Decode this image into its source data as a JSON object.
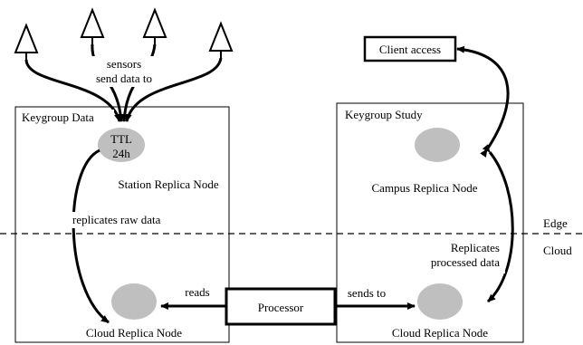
{
  "sensors_label_line1": "sensors",
  "sensors_label_line2": "send data to",
  "keygroup_data": {
    "title": "Keygroup Data",
    "station_node_ttl_line1": "TTL",
    "station_node_ttl_line2": "24h",
    "station_node_label": "Station Replica Node",
    "replicates_label": "replicates raw data",
    "cloud_node_label": "Cloud Replica Node"
  },
  "keygroup_study": {
    "title": "Keygroup Study",
    "campus_node_label": "Campus Replica Node",
    "replicates_label_line1": "Replicates",
    "replicates_label_line2": "processed data",
    "cloud_node_label": "Cloud Replica Node"
  },
  "client_access_label": "Client access",
  "processor_label": "Processor",
  "reads_label": "reads",
  "sends_to_label": "sends to",
  "edge_label": "Edge",
  "cloud_label": "Cloud",
  "colors": {
    "node_fill": "#bfbfbf",
    "line": "#000000"
  }
}
